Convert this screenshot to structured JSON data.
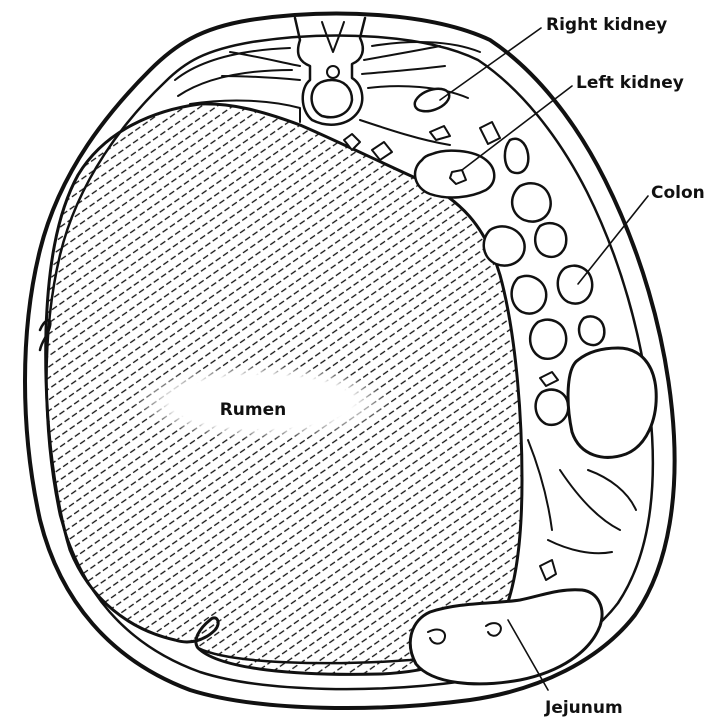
{
  "labels": {
    "right_kidney": "Right kidney",
    "left_kidney": "Left kidney",
    "colon": "Colon",
    "rumen": "Rumen",
    "jejunum": "Jejunum"
  },
  "colors": {
    "ink": "#111111",
    "background": "#ffffff"
  }
}
